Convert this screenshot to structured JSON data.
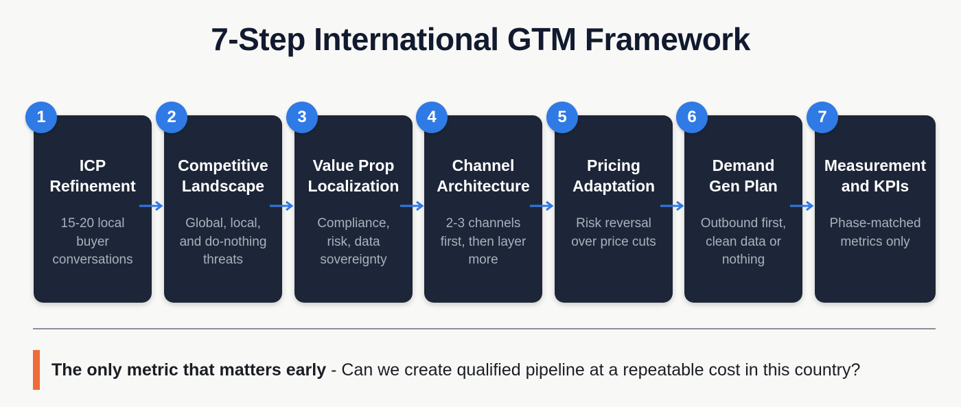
{
  "title": "7-Step International GTM Framework",
  "colors": {
    "background": "#f8f8f6",
    "card": "#1d2638",
    "badge": "#2f7ae5",
    "arrow": "#2f7ae5",
    "accent_bar": "#f06a3a",
    "title": "#111a2e",
    "card_desc": "#aab0bc"
  },
  "steps": [
    {
      "number": "1",
      "title_line1": "ICP",
      "title_line2": "Refinement",
      "desc": [
        "15-20 local",
        "buyer",
        "conversations"
      ]
    },
    {
      "number": "2",
      "title_line1": "Competitive",
      "title_line2": "Landscape",
      "desc": [
        "Global, local,",
        "and do-nothing",
        "threats"
      ]
    },
    {
      "number": "3",
      "title_line1": "Value Prop",
      "title_line2": "Localization",
      "desc": [
        "Compliance,",
        "risk, data",
        "sovereignty"
      ]
    },
    {
      "number": "4",
      "title_line1": "Channel",
      "title_line2": "Architecture",
      "desc": [
        "2-3 channels",
        "first, then layer",
        "more"
      ]
    },
    {
      "number": "5",
      "title_line1": "Pricing",
      "title_line2": "Adaptation",
      "desc": [
        "Risk reversal",
        "over price cuts",
        ""
      ]
    },
    {
      "number": "6",
      "title_line1": "Demand",
      "title_line2": "Gen Plan",
      "desc": [
        "Outbound first,",
        "clean data or",
        "nothing"
      ]
    },
    {
      "number": "7",
      "title_line1": "Measurement",
      "title_line2": "and KPIs",
      "desc": [
        "Phase-matched",
        "metrics only",
        ""
      ]
    }
  ],
  "arrow_icon": "arrow-right-icon",
  "callout": {
    "bold": "The only metric that matters early",
    "separator": " - ",
    "text": "Can we create qualified pipeline at a repeatable cost in this country?"
  }
}
